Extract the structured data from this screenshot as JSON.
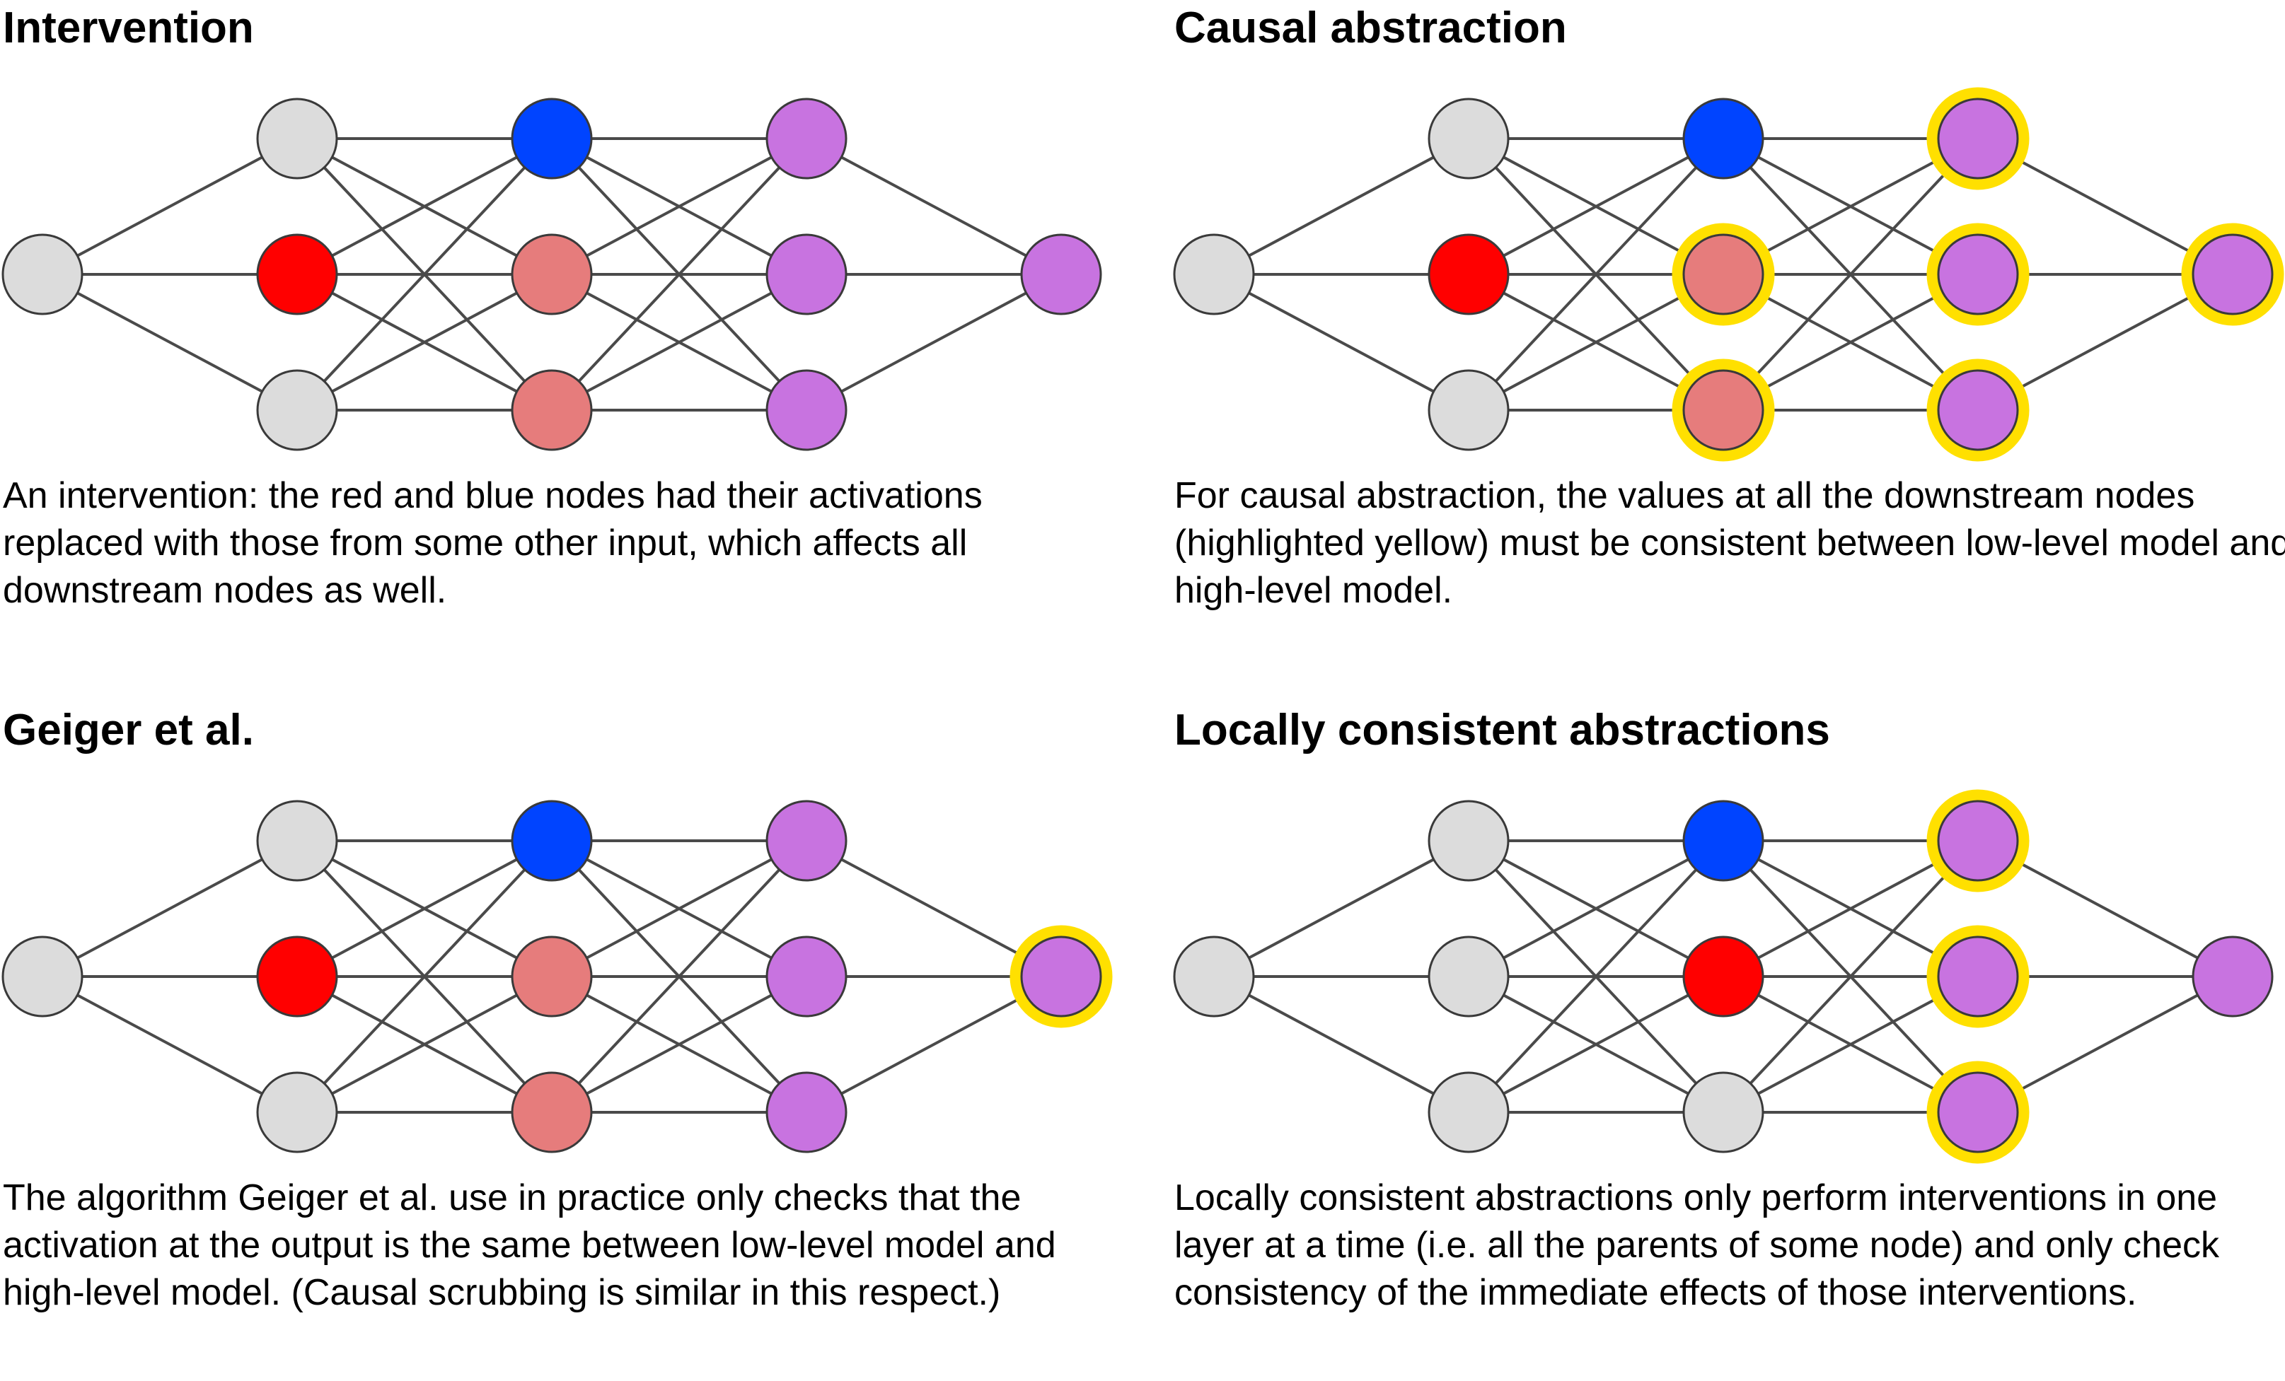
{
  "colors": {
    "grey": "#dcdcdc",
    "red": "#ff0000",
    "blue": "#0044ff",
    "salmon": "#e67c7c",
    "purple": "#c873e0",
    "highlight": "#ffe000",
    "edge": "#4a4a4a",
    "outline": "#3a3a3a"
  },
  "network": {
    "layers": [
      1,
      3,
      3,
      3,
      1
    ]
  },
  "panels": [
    {
      "title": "Intervention",
      "caption": "An intervention: the red and blue nodes had their activations replaced with those from some other input, which affects all downstream nodes as well.",
      "fills": [
        [
          "grey"
        ],
        [
          "grey",
          "red",
          "grey"
        ],
        [
          "blue",
          "salmon",
          "salmon"
        ],
        [
          "purple",
          "purple",
          "purple"
        ],
        [
          "purple"
        ]
      ],
      "highlighted": [
        [
          false
        ],
        [
          false,
          false,
          false
        ],
        [
          false,
          false,
          false
        ],
        [
          false,
          false,
          false
        ],
        [
          false
        ]
      ]
    },
    {
      "title": "Causal abstraction",
      "caption": "For causal abstraction, the values at all the downstream nodes (highlighted yellow) must be consistent between low-level model and high-level model.",
      "fills": [
        [
          "grey"
        ],
        [
          "grey",
          "red",
          "grey"
        ],
        [
          "blue",
          "salmon",
          "salmon"
        ],
        [
          "purple",
          "purple",
          "purple"
        ],
        [
          "purple"
        ]
      ],
      "highlighted": [
        [
          false
        ],
        [
          false,
          false,
          false
        ],
        [
          false,
          true,
          true
        ],
        [
          true,
          true,
          true
        ],
        [
          true
        ]
      ]
    },
    {
      "title": "Geiger et al.",
      "caption": "The algorithm Geiger et al. use in practice only checks that the activation at the output is the same between low-level model and high-level model. (Causal scrubbing is similar in this respect.)",
      "fills": [
        [
          "grey"
        ],
        [
          "grey",
          "red",
          "grey"
        ],
        [
          "blue",
          "salmon",
          "salmon"
        ],
        [
          "purple",
          "purple",
          "purple"
        ],
        [
          "purple"
        ]
      ],
      "highlighted": [
        [
          false
        ],
        [
          false,
          false,
          false
        ],
        [
          false,
          false,
          false
        ],
        [
          false,
          false,
          false
        ],
        [
          true
        ]
      ]
    },
    {
      "title": "Locally consistent abstractions",
      "caption": "Locally consistent abstractions only perform interventions in one layer at a time (i.e. all the parents of some node) and only check consistency of the immediate effects of those interventions.",
      "fills": [
        [
          "grey"
        ],
        [
          "grey",
          "grey",
          "grey"
        ],
        [
          "blue",
          "red",
          "grey"
        ],
        [
          "purple",
          "purple",
          "purple"
        ],
        [
          "purple"
        ]
      ],
      "highlighted": [
        [
          false
        ],
        [
          false,
          false,
          false
        ],
        [
          false,
          false,
          false
        ],
        [
          true,
          true,
          true
        ],
        [
          false
        ]
      ]
    }
  ]
}
